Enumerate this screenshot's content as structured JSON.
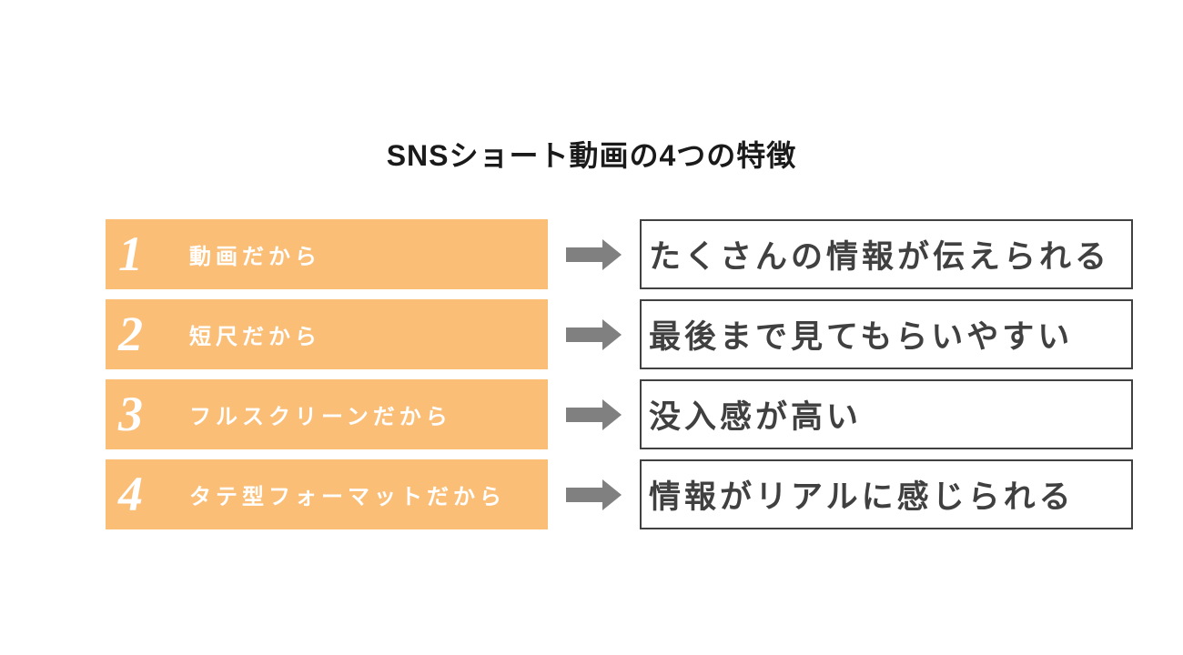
{
  "title": "SNSショート動画の4つの特徴",
  "colors": {
    "background": "#ffffff",
    "bar_orange": "#FBBE77",
    "arrow_gray": "#808080",
    "box_border": "#404040",
    "box_text": "#404040",
    "bar_text": "#ffffff",
    "title_text": "#1a1a1a"
  },
  "rows": [
    {
      "number": "1",
      "label": "動画だから",
      "result": "たくさんの情報が伝えられる"
    },
    {
      "number": "2",
      "label": "短尺だから",
      "result": "最後まで見てもらいやすい"
    },
    {
      "number": "3",
      "label": "フルスクリーンだから",
      "result": "没入感が高い"
    },
    {
      "number": "4",
      "label": "タテ型フォーマットだから",
      "result": "情報がリアルに感じられる"
    }
  ]
}
